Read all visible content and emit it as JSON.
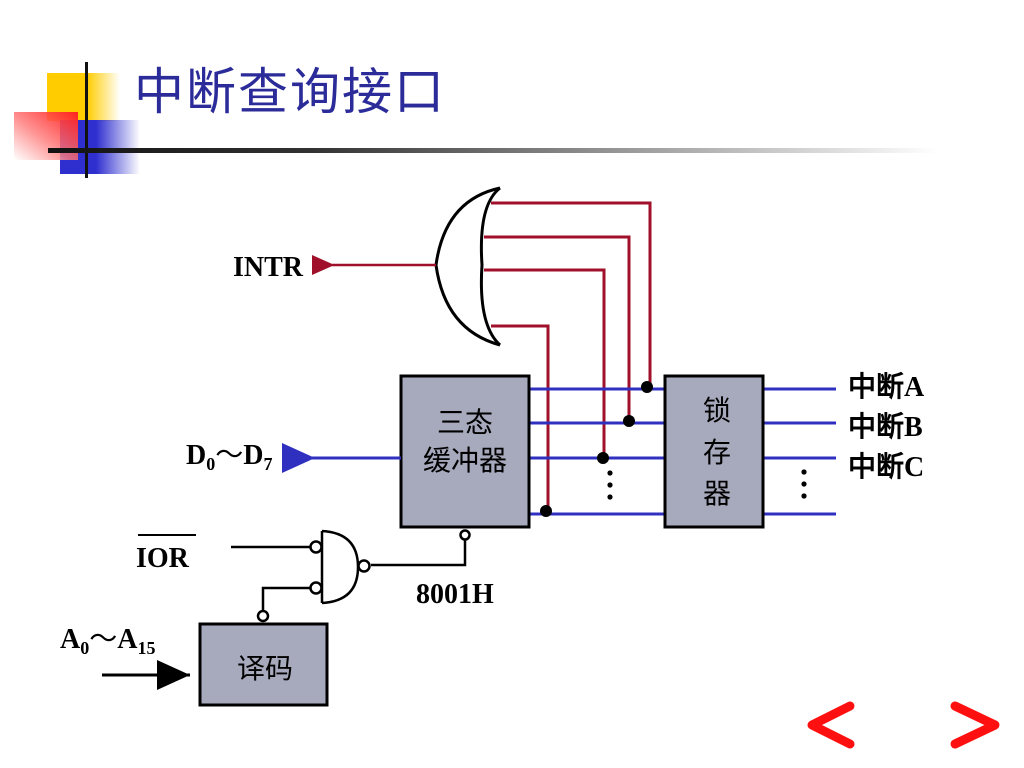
{
  "slide": {
    "title": "中断查询接口"
  },
  "diagram": {
    "or_gate": {
      "output_label": "INTR"
    },
    "buffer": {
      "line1": "三态",
      "line2": "缓冲器"
    },
    "latch": {
      "line1": "锁",
      "line2": "存",
      "line3": "器"
    },
    "decoder": {
      "label": "译码"
    },
    "data_bus": {
      "base": "D",
      "sub_from": "0",
      "tilde": "～",
      "sub_to": "7"
    },
    "address_bus": {
      "base": "A",
      "sub_from": "0",
      "tilde": "～",
      "sub_to": "15"
    },
    "ior": {
      "label": "IOR",
      "active_low": true
    },
    "port_address": "8001H",
    "interrupt_inputs": [
      "中断A",
      "中断B",
      "中断C"
    ],
    "ellipsis": "⋮"
  },
  "navigation": {
    "prev_icon": "arrow-left-icon",
    "next_icon": "arrow-right-icon"
  },
  "colors": {
    "title": "#2b2b9a",
    "red_wire": "#a0102a",
    "blue_wire": "#3030c0",
    "box_fill": "#a7aabd"
  }
}
